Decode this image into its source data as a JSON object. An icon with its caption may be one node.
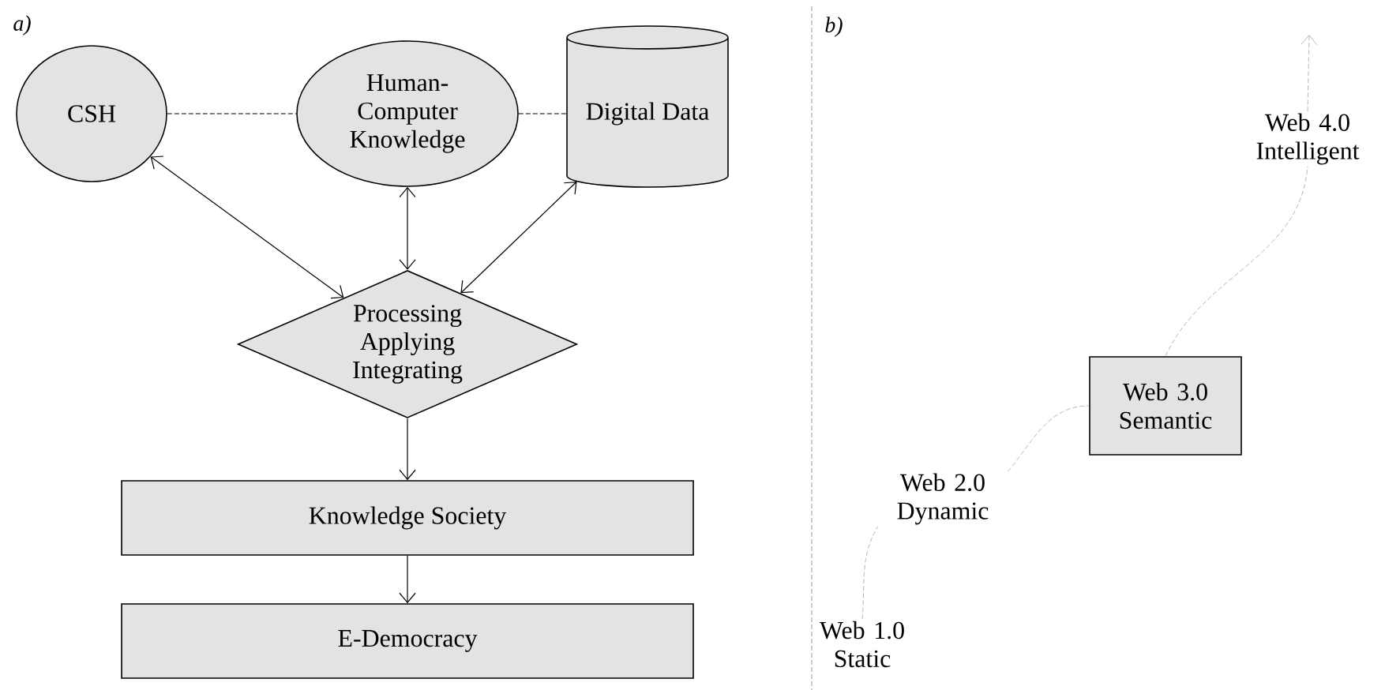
{
  "diagram": {
    "nodes": [
      {
        "text": [
          "CSH"
        ]
      },
      {
        "text": [
          "Human-Computer Knowledge"
        ]
      },
      {
        "text": [
          "Digital Data"
        ]
      },
      {
        "text": [
          "Processing Applying Integrating"
        ]
      },
      {
        "text": [
          "Knowledge Society"
        ]
      },
      {
        "text": [
          "E-Democracy"
        ]
      },
      {
        "text": [
          "Web 1.0 Static"
        ]
      },
      {
        "text": [
          "Web 2.0 Dynamic"
        ]
      },
      {
        "text": [
          "Web 3.0 Semantic"
        ]
      },
      {
        "text": [
          "Web 4.0 Intelligent"
        ]
      }
    ],
    "edges": [
      {
        "from": 0,
        "to": 1,
        "arrow": "none",
        "style": "dashed"
      },
      {
        "from": 1,
        "to": 2,
        "arrow": "none",
        "style": "dashed"
      },
      {
        "from": 0,
        "to": 3,
        "arrow": "both"
      },
      {
        "from": 1,
        "to": 3,
        "arrow": "both"
      },
      {
        "from": 2,
        "to": 3,
        "arrow": "both"
      },
      {
        "from": 3,
        "to": 4,
        "arrow": "to"
      },
      {
        "from": 4,
        "to": 5,
        "arrow": "to"
      },
      {
        "from": 6,
        "to": 7,
        "arrow": "none",
        "style": "dashed",
        "color": "#a6a6a6"
      },
      {
        "from": 7,
        "to": 8,
        "arrow": "none",
        "style": "dashed",
        "color": "#a6a6a6"
      },
      {
        "from": 8,
        "to": 9,
        "arrow": "none",
        "style": "dashed",
        "color": "#a6a6a6"
      },
      {
        "from": 9,
        "to": null,
        "arrow": "to",
        "style": "dashed",
        "color": "#a6a6a6"
      }
    ],
    "labels": [
      "a)",
      "b)"
    ]
  }
}
